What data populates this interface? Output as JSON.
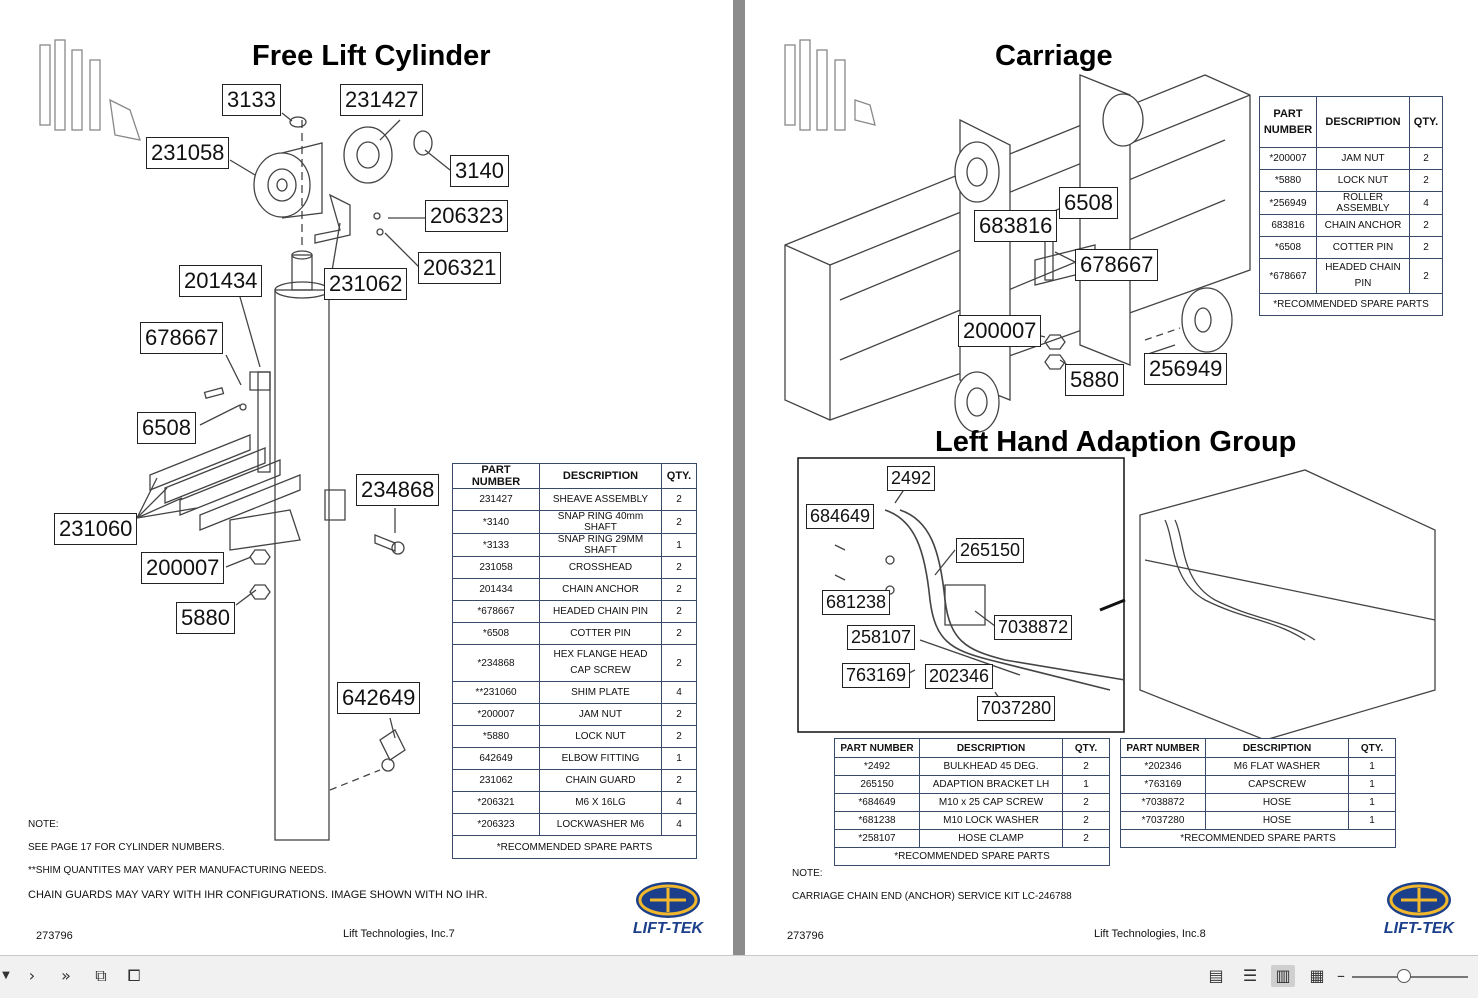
{
  "left_page": {
    "title": "Free Lift Cylinder",
    "callouts": [
      "3133",
      "231427",
      "231058",
      "3140",
      "206323",
      "206321",
      "231062",
      "201434",
      "678667",
      "6508",
      "234868",
      "231060",
      "200007",
      "5880",
      "642649"
    ],
    "table": {
      "headers": [
        "PART NUMBER",
        "DESCRIPTION",
        "QTY."
      ],
      "rows": [
        [
          "231427",
          "SHEAVE ASSEMBLY",
          "2"
        ],
        [
          "*3140",
          "SNAP RING 40mm SHAFT",
          "2"
        ],
        [
          "*3133",
          "SNAP RING 29MM SHAFT",
          "1"
        ],
        [
          "231058",
          "CROSSHEAD",
          "2"
        ],
        [
          "201434",
          "CHAIN ANCHOR",
          "2"
        ],
        [
          "*678667",
          "HEADED CHAIN PIN",
          "2"
        ],
        [
          "*6508",
          "COTTER PIN",
          "2"
        ],
        [
          "*234868",
          "HEX FLANGE HEAD CAP SCREW",
          "2"
        ],
        [
          "**231060",
          "SHIM PLATE",
          "4"
        ],
        [
          "*200007",
          "JAM NUT",
          "2"
        ],
        [
          "*5880",
          "LOCK NUT",
          "2"
        ],
        [
          "642649",
          "ELBOW FITTING",
          "1"
        ],
        [
          "231062",
          "CHAIN GUARD",
          "2"
        ],
        [
          "*206321",
          "M6 X 16LG",
          "4"
        ],
        [
          "*206323",
          "LOCKWASHER M6",
          "4"
        ]
      ],
      "footer": "*RECOMMENDED SPARE PARTS"
    },
    "notes": [
      "NOTE:",
      "SEE PAGE 17 FOR CYLINDER NUMBERS.",
      "**SHIM QUANTITES MAY VARY PER MANUFACTURING NEEDS.",
      "CHAIN GUARDS MAY VARY WITH IHR CONFIGURATIONS. IMAGE SHOWN WITH NO IHR."
    ],
    "doc_number": "273796",
    "page_footer": "Lift Technologies, Inc.7",
    "logo_text": "LIFT-TEK"
  },
  "right_page": {
    "carriage_title": "Carriage",
    "carriage_callouts": [
      "6508",
      "683816",
      "678667",
      "200007",
      "5880",
      "256949"
    ],
    "carriage_table": {
      "headers": [
        "PART NUMBER",
        "DESCRIPTION",
        "QTY."
      ],
      "rows": [
        [
          "*200007",
          "JAM NUT",
          "2"
        ],
        [
          "*5880",
          "LOCK NUT",
          "2"
        ],
        [
          "*256949",
          "ROLLER ASSEMBLY",
          "4"
        ],
        [
          "683816",
          "CHAIN ANCHOR",
          "2"
        ],
        [
          "*6508",
          "COTTER PIN",
          "2"
        ],
        [
          "*678667",
          "HEADED CHAIN PIN",
          "2"
        ]
      ],
      "footer": "*RECOMMENDED SPARE PARTS"
    },
    "adaption_title": "Left Hand Adaption Group",
    "adaption_callouts": [
      "2492",
      "684649",
      "265150",
      "681238",
      "258107",
      "7038872",
      "763169",
      "202346",
      "7037280"
    ],
    "adaption_table_1": {
      "headers": [
        "PART NUMBER",
        "DESCRIPTION",
        "QTY."
      ],
      "rows": [
        [
          "*2492",
          "BULKHEAD 45 DEG.",
          "2"
        ],
        [
          "265150",
          "ADAPTION BRACKET LH",
          "1"
        ],
        [
          "*684649",
          "M10 x 25 CAP SCREW",
          "2"
        ],
        [
          "*681238",
          "M10 LOCK WASHER",
          "2"
        ],
        [
          "*258107",
          "HOSE CLAMP",
          "2"
        ]
      ],
      "footer": "*RECOMMENDED SPARE PARTS"
    },
    "adaption_table_2": {
      "headers": [
        "PART NUMBER",
        "DESCRIPTION",
        "QTY."
      ],
      "rows": [
        [
          "*202346",
          "M6 FLAT WASHER",
          "1"
        ],
        [
          "*763169",
          "CAPSCREW",
          "1"
        ],
        [
          "*7038872",
          "HOSE",
          "1"
        ],
        [
          "*7037280",
          "HOSE",
          "1"
        ]
      ],
      "footer": "*RECOMMENDED SPARE PARTS"
    },
    "notes": [
      "NOTE:",
      "CARRIAGE CHAIN END (ANCHOR) SERVICE KIT LC-246788"
    ],
    "doc_number": "273796",
    "page_footer": "Lift Technologies, Inc.8",
    "logo_text": "LIFT-TEK"
  },
  "toolbar": {
    "icons": [
      "dropdown-arrow-icon",
      "next-page-icon",
      "last-page-icon",
      "rotate-view-icon",
      "compare-view-icon",
      "single-page-view-icon",
      "continuous-view-icon",
      "two-page-view-icon",
      "grid-view-icon"
    ]
  }
}
